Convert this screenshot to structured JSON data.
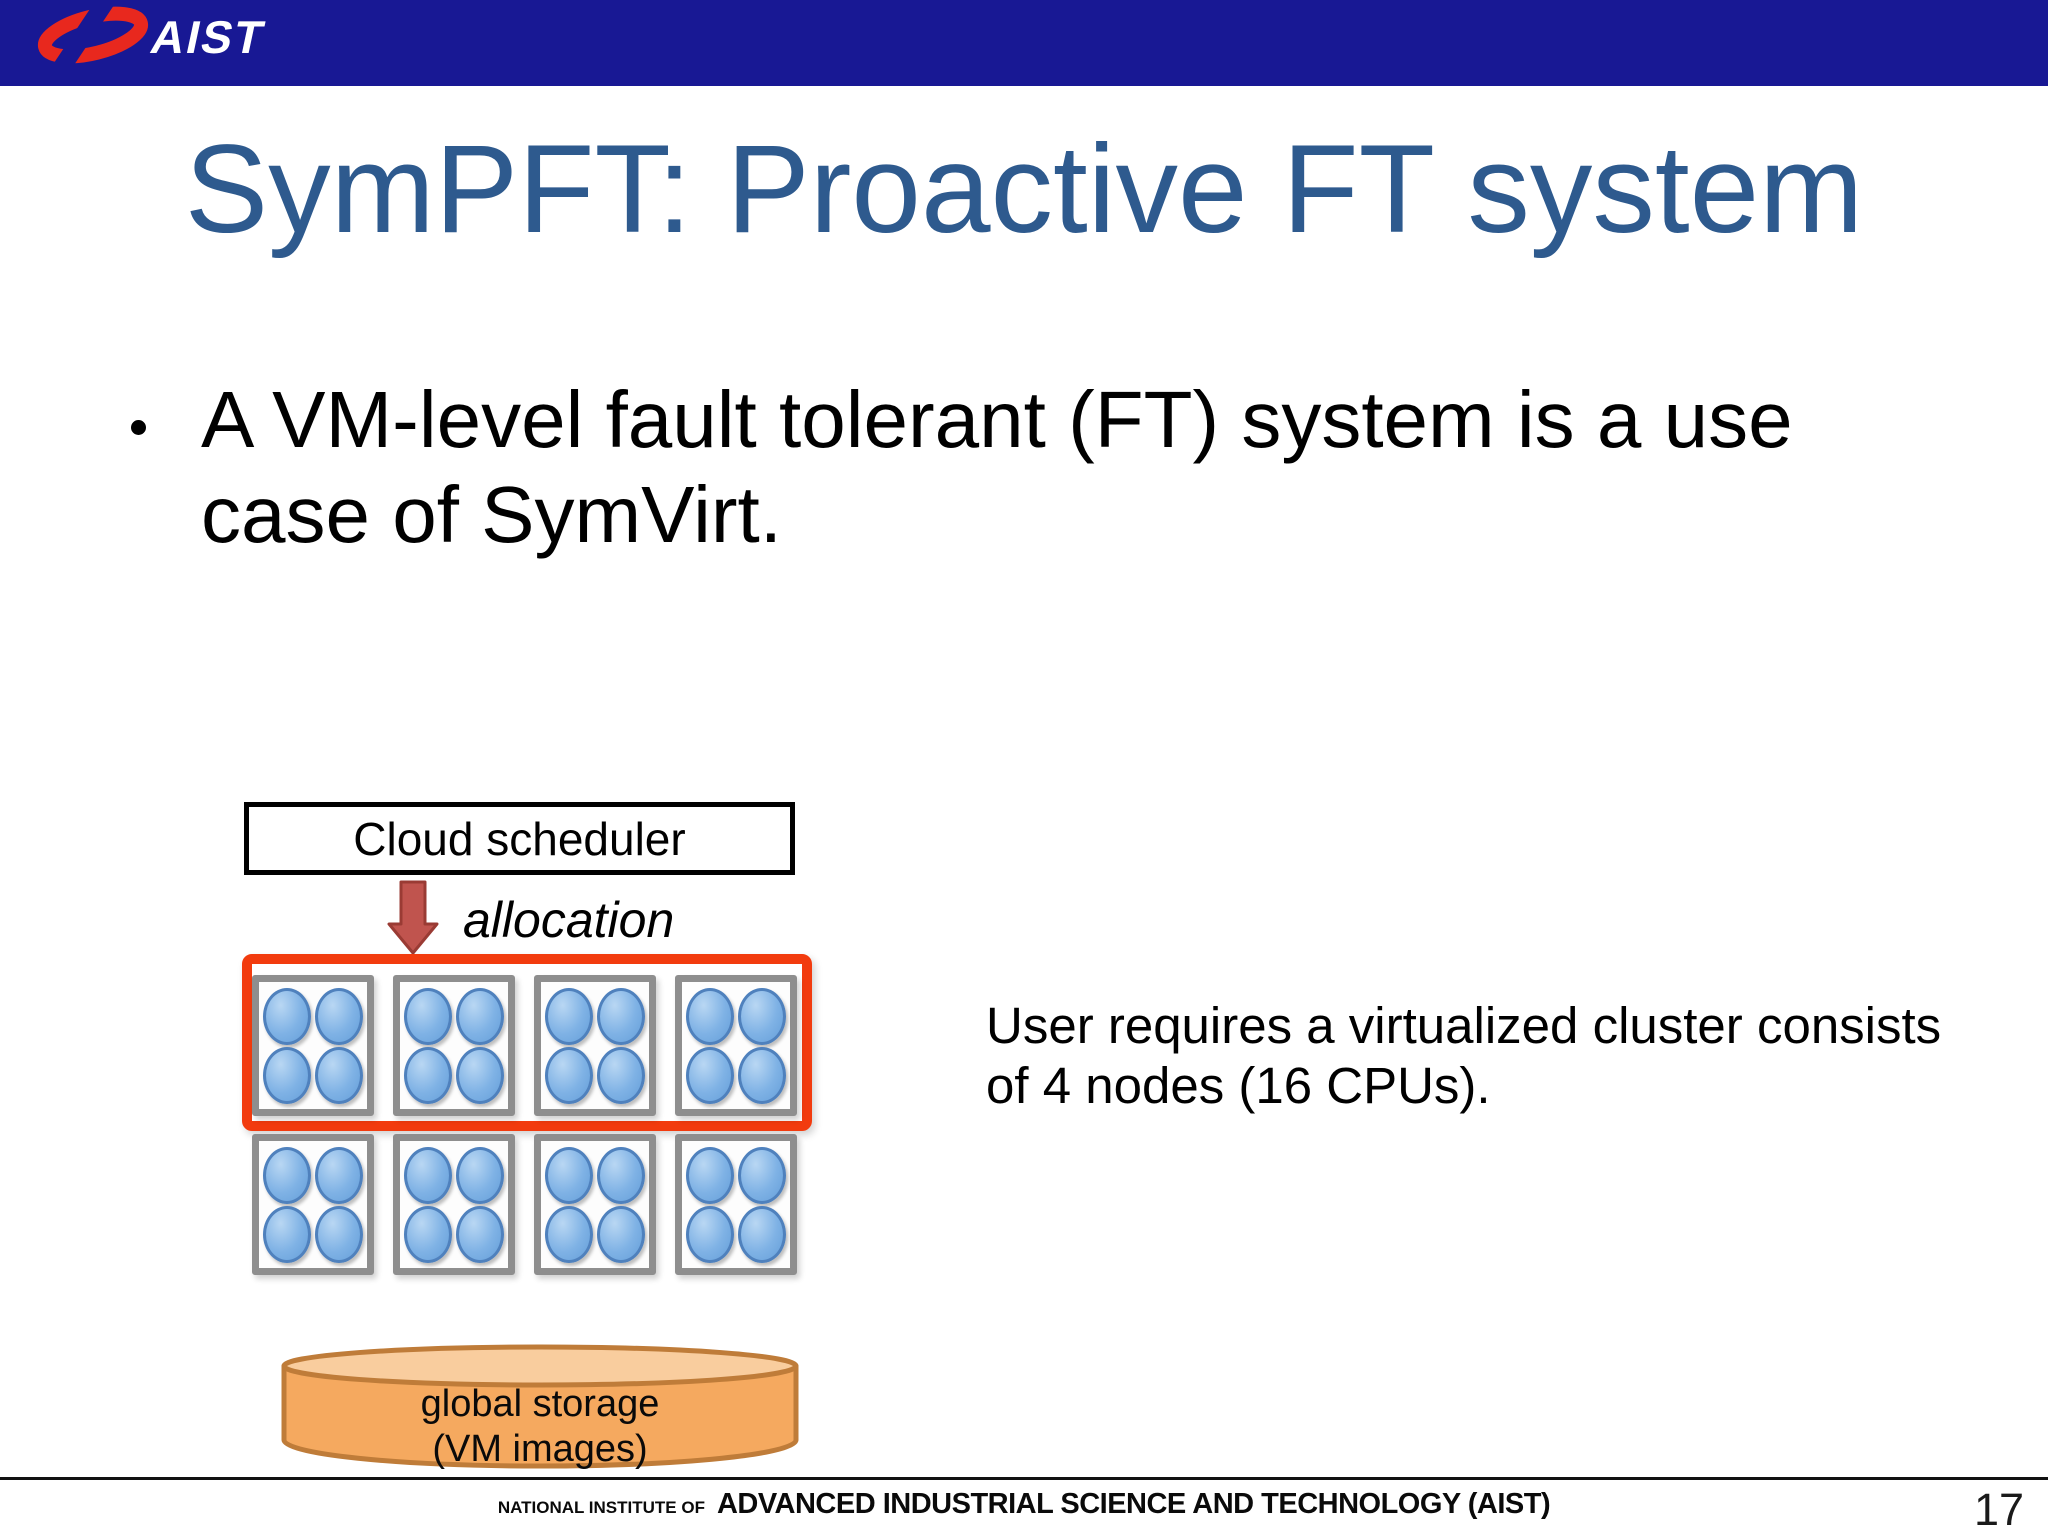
{
  "header": {
    "logo_text": "AIST",
    "bar_color": "#181894",
    "logo_red": "#e8281e"
  },
  "slide": {
    "title": "SymPFT: Proactive FT system",
    "title_color": "#2e5a8e",
    "bullet": {
      "marker": "bullet-dot",
      "line1": "A VM-level fault tolerant (FT) system is a use",
      "line2": "case of SymVirt."
    },
    "diagram": {
      "scheduler_label": "Cloud scheduler",
      "allocation_label": "allocation",
      "arrow_fill": "#c0544e",
      "arrow_stroke": "#9a3b34",
      "allocated_outline_color": "#f23b0e",
      "rows": 2,
      "nodes_per_row": 4,
      "cpus_per_node": 4,
      "cpu_fill": "#7fb2e5",
      "cpu_border": "#4f81bd",
      "node_border": "#8e8e8e",
      "storage": {
        "line1": "global storage",
        "line2": "(VM images)",
        "fill": "#f5a95f",
        "top_fill": "#f9cd9e",
        "stroke": "#bf7c39"
      }
    },
    "note": {
      "line1": "User requires a virtualized cluster consists",
      "line2": "of 4 nodes (16 CPUs)."
    }
  },
  "footer": {
    "prefix": "NATIONAL INSTITUTE OF",
    "name": "ADVANCED INDUSTRIAL SCIENCE AND TECHNOLOGY (AIST)",
    "page_number": "17"
  }
}
